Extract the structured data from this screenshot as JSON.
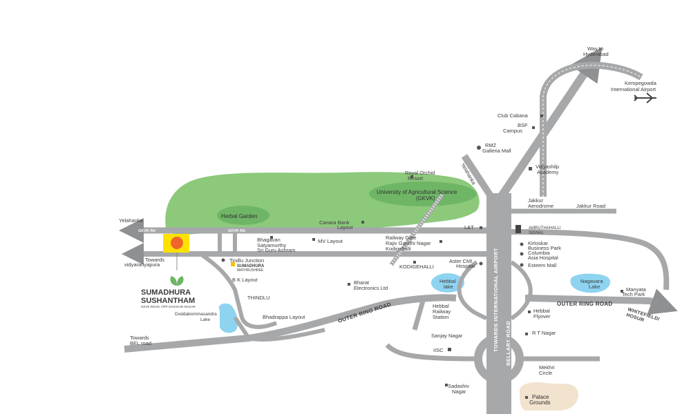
{
  "map": {
    "colors": {
      "road": "#a7a8aa",
      "road_dark": "#8e9092",
      "green": "#8cc97b",
      "green_dark": "#6fb566",
      "water": "#8ed3f0",
      "palace": "#f2e3cf",
      "marker_yellow": "#ffe100",
      "marker_orange": "#f0662a",
      "text": "#3b3b3b"
    },
    "labels": {
      "way_to_hyderabad_1": "Way to",
      "way_to_hyderabad_2": "Hyderabad",
      "airport_1": "Kempegowda",
      "airport_2": "International Airport",
      "club_cabana": "Club Cabana",
      "bsf_1": "BSF",
      "bsf_2": "Campus",
      "rmz_1": "RMZ",
      "rmz_2": "Galleria Mall",
      "yelahanka_road": "Yelahanka",
      "vidyashilp_1": "Vidyashilp",
      "vidyashilp_2": "Academy",
      "royal_orchid_1": "Royal Orchid",
      "royal_orchid_2": "Resort",
      "gkvk_1": "University of Agricultural Science",
      "gkvk_2": "(GKVK)",
      "jakkur_aero_1": "Jakkur",
      "jakkur_aero_2": "Aerodrome",
      "jakkur_road": "Jakkur Road",
      "herbal_garden": "Herbal Garden",
      "yelahanka": "Yelahanka",
      "gkvk_rd_1": "GKVK Rd",
      "gkvk_rd_2": "GKVK Rd",
      "canara_1": "Canara Bank",
      "canara_2": "Layout",
      "lt": "L&T",
      "amruthahalli_1": "AMRUTHAHALLI",
      "amruthahalli_2": "SIGNAL",
      "bhagavan_1": "Bhagavan",
      "bhagavan_2": "Satyamurthy",
      "bhagavan_3": "Sri Guru Ashram",
      "mv_layout": "MV Layout",
      "railway_gate_1": "Railway Gate",
      "railway_gate_2": "Rajiv Gandhi Nagar",
      "railway_gate_3": "Kodigehalli",
      "kirloskar_1": "Kirloskar",
      "kirloskar_2": "Business Park",
      "columbia_1": "Columbia",
      "columbia_2": "Asia Hospital",
      "towards_vidyaranyapura_1": "Towards",
      "towards_vidyaranyapura_2": "vidyaranyapura",
      "tindlu_junction": "Tindlu Junction",
      "mathrushree_1": "SUMADHURA",
      "mathrushree_2": "MATHRUSHREE",
      "kodigehalli": "KODIGEHALLI",
      "aster_1": "Aster CMI",
      "aster_2": "Hospital",
      "esteem_mall": "Esteem Mall",
      "bk_layout": "B K Layout",
      "bharat_1": "Bharat",
      "bharat_2": "Electronics Ltd",
      "hebbal_lake_1": "Hebbal",
      "hebbal_lake_2": "lake",
      "nagavara_1": "Nagavara",
      "nagavara_2": "Lake",
      "manyata_1": "Manyata",
      "manyata_2": "Tech Park",
      "logo_1": "SUMADHURA",
      "logo_2": "SUSHANTHAM",
      "logo_3": "GKVK ROAD, OPP SAHAKAR NAGAR",
      "thindlu": "THINDLU",
      "outer_ring_road_left": "OUTER RING ROAD",
      "outer_ring_road_right": "OUTER RING ROAD",
      "whitefield_1": "WHITEFIELD/",
      "whitefield_2": "HOSUR",
      "doddabommasandra_1": "Doddabommasandra",
      "doddabommasandra_2": "Lake",
      "bhadrappa": "Bhadrappa Layout",
      "hebbal_railway_1": "Hebbal",
      "hebbal_railway_2": "Railway",
      "hebbal_railway_3": "Station",
      "hebbal_flyover_1": "Hebbal",
      "hebbal_flyover_2": "Flyover",
      "towards_airport": "TOWARDS INTERNATIONAL AIRPORT",
      "bellary_road": "BELLARY ROAD",
      "towards_bel_1": "Towards",
      "towards_bel_2": "BEL road",
      "sanjay_nagar": "Sanjay Nagar",
      "rt_nagar": "R T Nagar",
      "iisc": "IISC",
      "mekhri_1": "Mekhri",
      "mekhri_2": "Circle",
      "sadashiv_1": "Sadashiv",
      "sadashiv_2": "Nagar",
      "palace_1": "Palace",
      "palace_2": "Grounds"
    },
    "icons": {
      "airplane": "airplane-icon",
      "marker": "location-pin-icon",
      "hospital": "hospital-icon",
      "mall": "mall-icon",
      "education": "graduation-cap-icon",
      "signal": "traffic-signal-icon"
    }
  }
}
